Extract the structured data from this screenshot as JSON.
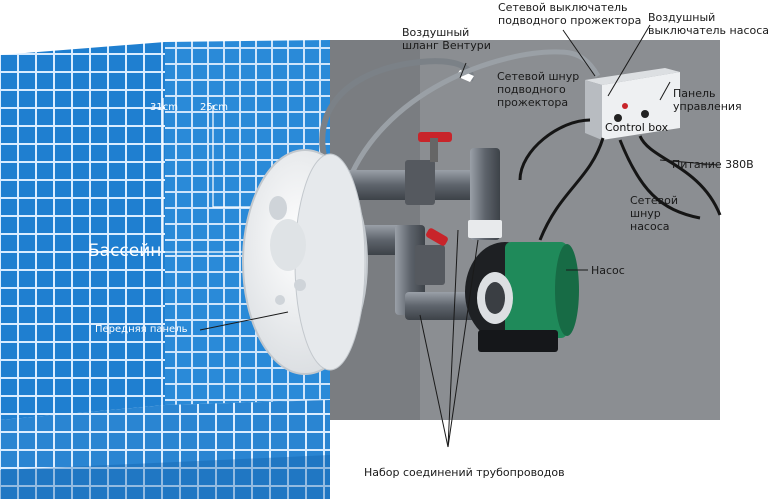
{
  "pool": {
    "label": "Бассейн",
    "dim_outer": "31cm",
    "dim_inner": "25cm"
  },
  "front_panel": {
    "label": "Передняя панель"
  },
  "air_hose": {
    "label": "Воздушный\nшланг Вентури"
  },
  "projector_switch": {
    "label": "Сетевой выключатель\nподводного прожектора"
  },
  "pump_air_switch": {
    "label": "Воздушный\nвыключатель насоса"
  },
  "projector_cord": {
    "label": "Сетевой шнур\nподводного\nпрожектора"
  },
  "control_panel": {
    "label": "Панель\nуправления",
    "box_text": "Control box"
  },
  "power": {
    "label": "Питание 380В"
  },
  "pump_cord": {
    "label": "Сетевой\nшнур\nнасоса"
  },
  "pump": {
    "label": "Насос"
  },
  "pipe_set": {
    "label": "Набор соединений трубопроводов"
  },
  "colors": {
    "tile_blue": "#1f7fd0",
    "grout": "#d9ecff",
    "wall_gray": "#8b8e92",
    "valve_red": "#c8242a",
    "pump_green": "#1f8a5a"
  }
}
